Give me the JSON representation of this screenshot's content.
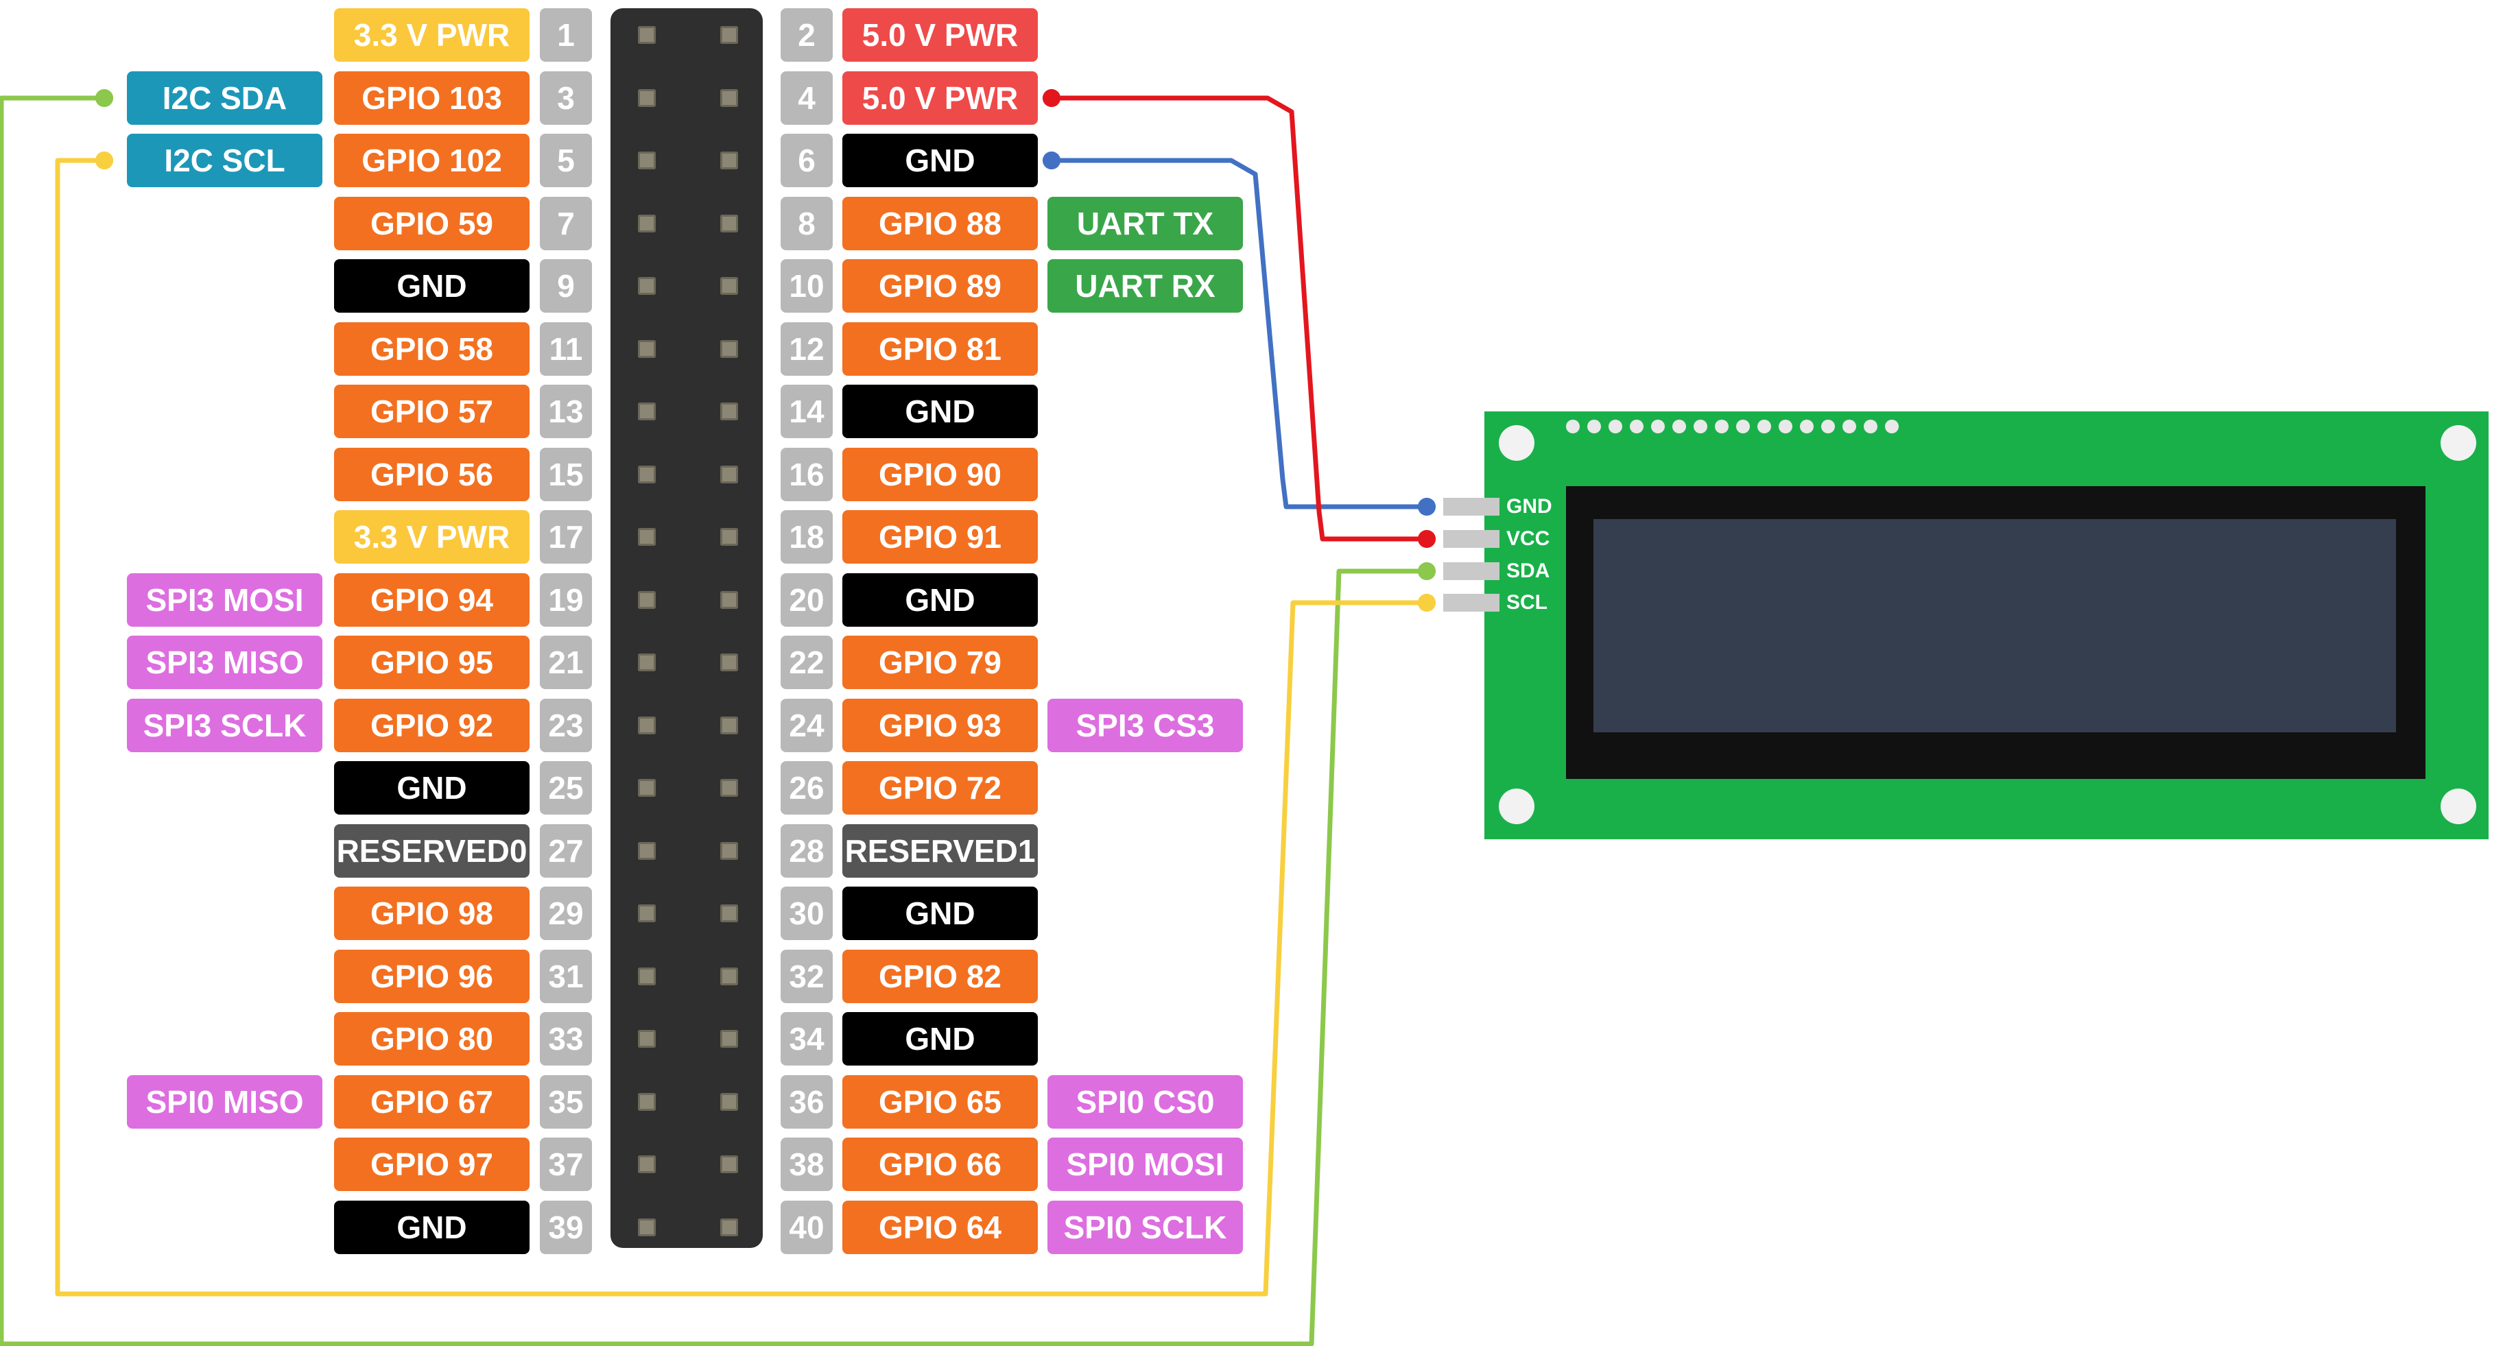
{
  "colors": {
    "orange": "#f37020",
    "red": "#ef4a4a",
    "yellow": "#fbc83c",
    "black": "#000000",
    "gray": "#555555",
    "teal": "#1c97b8",
    "green": "#3aa64a",
    "magenta": "#dd6ee0",
    "pin_number": "#b8b8b8",
    "wire_red": "#e3161e",
    "wire_blue": "#4271c4",
    "wire_green": "#8cc84b",
    "wire_yellow": "#f8cf3e",
    "pcb": "#19b04a",
    "lcd_screen": "#343e4e"
  },
  "pins": [
    {
      "num": "1",
      "label": "3.3 V PWR",
      "color": "yellow"
    },
    {
      "num": "2",
      "label": "5.0 V PWR",
      "color": "red"
    },
    {
      "num": "3",
      "label": "GPIO 103",
      "color": "orange"
    },
    {
      "num": "4",
      "label": "5.0 V PWR",
      "color": "red"
    },
    {
      "num": "5",
      "label": "GPIO 102",
      "color": "orange"
    },
    {
      "num": "6",
      "label": "GND",
      "color": "black"
    },
    {
      "num": "7",
      "label": "GPIO 59",
      "color": "orange"
    },
    {
      "num": "8",
      "label": "GPIO 88",
      "color": "orange"
    },
    {
      "num": "9",
      "label": "GND",
      "color": "black"
    },
    {
      "num": "10",
      "label": "GPIO 89",
      "color": "orange"
    },
    {
      "num": "11",
      "label": "GPIO 58",
      "color": "orange"
    },
    {
      "num": "12",
      "label": "GPIO 81",
      "color": "orange"
    },
    {
      "num": "13",
      "label": "GPIO 57",
      "color": "orange"
    },
    {
      "num": "14",
      "label": "GND",
      "color": "black"
    },
    {
      "num": "15",
      "label": "GPIO 56",
      "color": "orange"
    },
    {
      "num": "16",
      "label": "GPIO 90",
      "color": "orange"
    },
    {
      "num": "17",
      "label": "3.3 V PWR",
      "color": "yellow"
    },
    {
      "num": "18",
      "label": "GPIO 91",
      "color": "orange"
    },
    {
      "num": "19",
      "label": "GPIO 94",
      "color": "orange"
    },
    {
      "num": "20",
      "label": "GND",
      "color": "black"
    },
    {
      "num": "21",
      "label": "GPIO 95",
      "color": "orange"
    },
    {
      "num": "22",
      "label": "GPIO 79",
      "color": "orange"
    },
    {
      "num": "23",
      "label": "GPIO 92",
      "color": "orange"
    },
    {
      "num": "24",
      "label": "GPIO 93",
      "color": "orange"
    },
    {
      "num": "25",
      "label": "GND",
      "color": "black"
    },
    {
      "num": "26",
      "label": "GPIO 72",
      "color": "orange"
    },
    {
      "num": "27",
      "label": "RESERVED0",
      "color": "gray"
    },
    {
      "num": "28",
      "label": "RESERVED1",
      "color": "gray"
    },
    {
      "num": "29",
      "label": "GPIO 98",
      "color": "orange"
    },
    {
      "num": "30",
      "label": "GND",
      "color": "black"
    },
    {
      "num": "31",
      "label": "GPIO 96",
      "color": "orange"
    },
    {
      "num": "32",
      "label": "GPIO 82",
      "color": "orange"
    },
    {
      "num": "33",
      "label": "GPIO 80",
      "color": "orange"
    },
    {
      "num": "34",
      "label": "GND",
      "color": "black"
    },
    {
      "num": "35",
      "label": "GPIO 67",
      "color": "orange"
    },
    {
      "num": "36",
      "label": "GPIO 65",
      "color": "orange"
    },
    {
      "num": "37",
      "label": "GPIO 97",
      "color": "orange"
    },
    {
      "num": "38",
      "label": "GPIO 66",
      "color": "orange"
    },
    {
      "num": "39",
      "label": "GND",
      "color": "black"
    },
    {
      "num": "40",
      "label": "GPIO 64",
      "color": "orange"
    }
  ],
  "functions": [
    {
      "pin": "3",
      "label": "I2C SDA",
      "color": "teal"
    },
    {
      "pin": "5",
      "label": "I2C SCL",
      "color": "teal"
    },
    {
      "pin": "8",
      "label": "UART TX",
      "color": "green"
    },
    {
      "pin": "10",
      "label": "UART RX",
      "color": "green"
    },
    {
      "pin": "19",
      "label": "SPI3 MOSI",
      "color": "magenta"
    },
    {
      "pin": "21",
      "label": "SPI3 MISO",
      "color": "magenta"
    },
    {
      "pin": "23",
      "label": "SPI3 SCLK",
      "color": "magenta"
    },
    {
      "pin": "24",
      "label": "SPI3 CS3",
      "color": "magenta"
    },
    {
      "pin": "35",
      "label": "SPI0 MISO",
      "color": "magenta"
    },
    {
      "pin": "36",
      "label": "SPI0 CS0",
      "color": "magenta"
    },
    {
      "pin": "38",
      "label": "SPI0 MOSI",
      "color": "magenta"
    },
    {
      "pin": "40",
      "label": "SPI0 SCLK",
      "color": "magenta"
    }
  ],
  "lcd_pins": [
    {
      "label": "GND"
    },
    {
      "label": "VCC"
    },
    {
      "label": "SDA"
    },
    {
      "label": "SCL"
    }
  ],
  "connections": [
    {
      "from_pin": "6",
      "to": "GND",
      "color": "wire_blue"
    },
    {
      "from_pin": "4",
      "to": "VCC",
      "color": "wire_red"
    },
    {
      "from_pin": "3",
      "to": "SDA",
      "color": "wire_green"
    },
    {
      "from_pin": "5",
      "to": "SCL",
      "color": "wire_yellow"
    }
  ]
}
